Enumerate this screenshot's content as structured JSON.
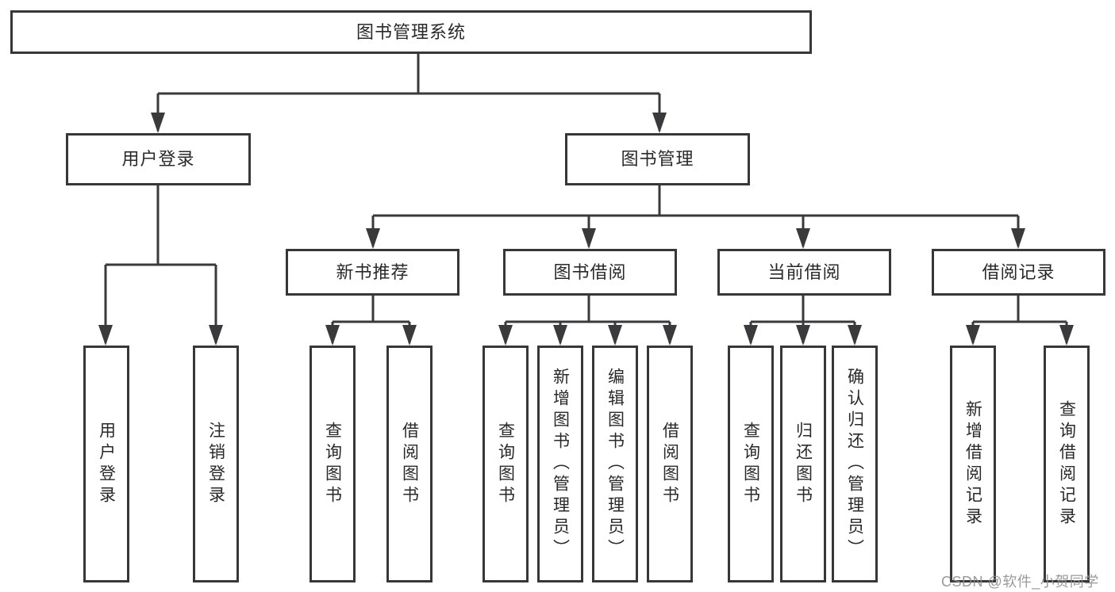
{
  "diagram": {
    "root": {
      "label": "图书管理系统"
    },
    "level2": [
      {
        "label": "用户登录"
      },
      {
        "label": "图书管理"
      }
    ],
    "level3": [
      {
        "label": "新书推荐"
      },
      {
        "label": "图书借阅"
      },
      {
        "label": "当前借阅"
      },
      {
        "label": "借阅记录"
      }
    ],
    "leaves": {
      "user_login": [
        {
          "label": "用户登录"
        },
        {
          "label": "注销登录"
        }
      ],
      "new_books": [
        {
          "label": "查询图书"
        },
        {
          "label": "借阅图书"
        }
      ],
      "book_borrow": [
        {
          "label": "查询图书"
        },
        {
          "label": "新增图书（管理员）"
        },
        {
          "label": "编辑图书（管理员）"
        },
        {
          "label": "借阅图书"
        }
      ],
      "current_borrow": [
        {
          "label": "查询图书"
        },
        {
          "label": "归还图书"
        },
        {
          "label": "确认归还（管理员）"
        }
      ],
      "borrow_records": [
        {
          "label": "新增借阅记录"
        },
        {
          "label": "查询借阅记录"
        }
      ]
    }
  },
  "watermark": {
    "text": "CSDN @软件_小贺同学"
  },
  "colors": {
    "line": "#3a3a3d",
    "border": "#37373a",
    "text": "#29292c",
    "background": "#ffffff",
    "watermark": "#8f8f92"
  }
}
